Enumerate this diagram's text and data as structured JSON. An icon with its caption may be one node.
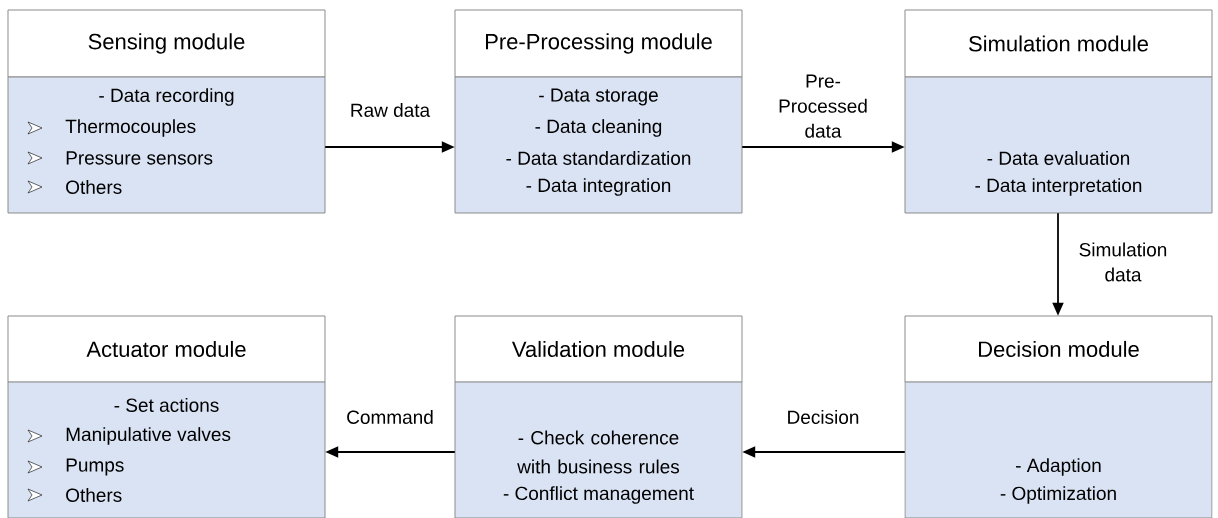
{
  "diagram": {
    "nodes": [
      {
        "text": [
          "Sensing module",
          "- Data recording",
          "Thermocouples",
          "Pressure sensors",
          "Others"
        ]
      },
      {
        "text": [
          "Pre-Processing module",
          "- Data storage",
          "- Data cleaning",
          "- Data standardization",
          "- Data integration"
        ]
      },
      {
        "text": [
          "Simulation module",
          "- Data evaluation",
          "- Data interpretation"
        ]
      },
      {
        "text": [
          "Actuator module",
          "- Set actions",
          "Manipulative valves",
          "Pumps",
          "Others"
        ]
      },
      {
        "text": [
          "Validation module",
          "- Check coherence with business rules",
          "- Conflict management"
        ]
      },
      {
        "text": [
          "Decision module",
          "- Adaption",
          "- Optimization"
        ]
      }
    ],
    "edges": [
      {
        "from": 0,
        "to": 1,
        "arrow": "to",
        "label": "Raw data"
      },
      {
        "from": 1,
        "to": 2,
        "arrow": "to",
        "label": "Pre-Processed data"
      },
      {
        "from": 2,
        "to": 5,
        "arrow": "to",
        "label": "Simulation data"
      },
      {
        "from": 5,
        "to": 4,
        "arrow": "to",
        "label": "Decision"
      },
      {
        "from": 4,
        "to": 3,
        "arrow": "to",
        "label": "Command"
      }
    ]
  }
}
